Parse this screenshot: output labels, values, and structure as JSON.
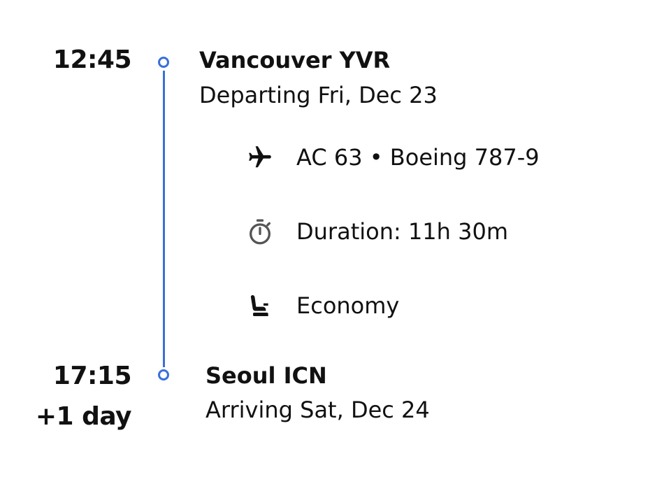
{
  "departure": {
    "time": "12:45",
    "airport": "Vancouver YVR",
    "date_text": "Departing Fri, Dec 23"
  },
  "arrival": {
    "time": "17:15",
    "day_offset": "+1 day",
    "airport": "Seoul ICN",
    "date_text": "Arriving Sat, Dec 24"
  },
  "details": {
    "flight": {
      "icon": "airplane-icon",
      "text": "AC 63 • Boeing 787-9"
    },
    "duration": {
      "icon": "stopwatch-icon",
      "text": "Duration: 11h 30m"
    },
    "cabin": {
      "icon": "seat-icon",
      "text": "Economy"
    }
  },
  "colors": {
    "timeline": "#3a6fdc",
    "text": "#111111",
    "icon_dark": "#111111",
    "icon_grey": "#555555"
  }
}
